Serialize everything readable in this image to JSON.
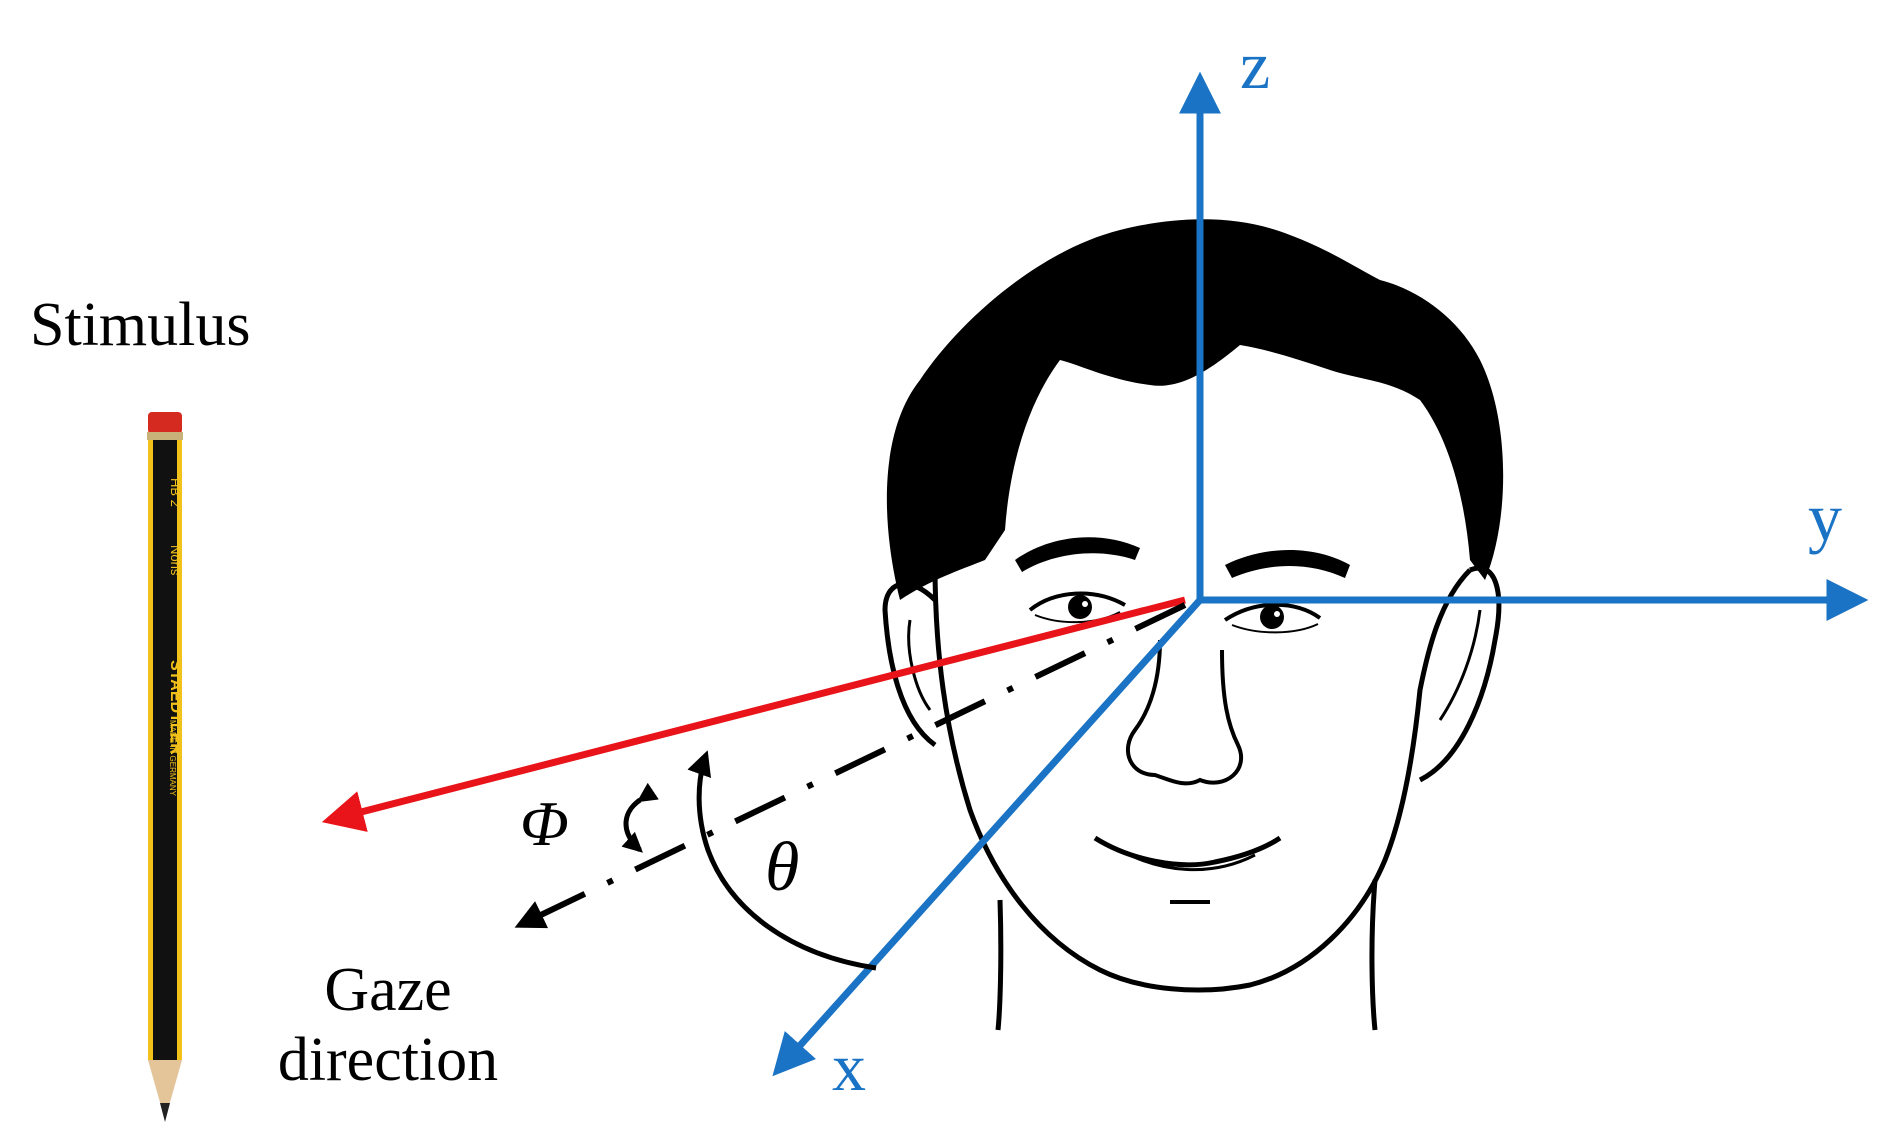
{
  "labels": {
    "stimulus": "Stimulus",
    "gaze_line1": "Gaze",
    "gaze_line2": "direction",
    "phi": "Φ",
    "theta": "θ",
    "axis_x": "x",
    "axis_y": "y",
    "axis_z": "z"
  },
  "pencil": {
    "brand": "STAEDTLER",
    "model": "Noris",
    "grade": "HB 2",
    "origin": "MADE IN GERMANY"
  },
  "colors": {
    "axis": "#1a73c4",
    "stimulus_ray": "#e8141a",
    "ink": "#000000",
    "pencil_yellow": "#f2c21a",
    "pencil_black": "#111111",
    "pencil_eraser": "#d42a1f"
  }
}
